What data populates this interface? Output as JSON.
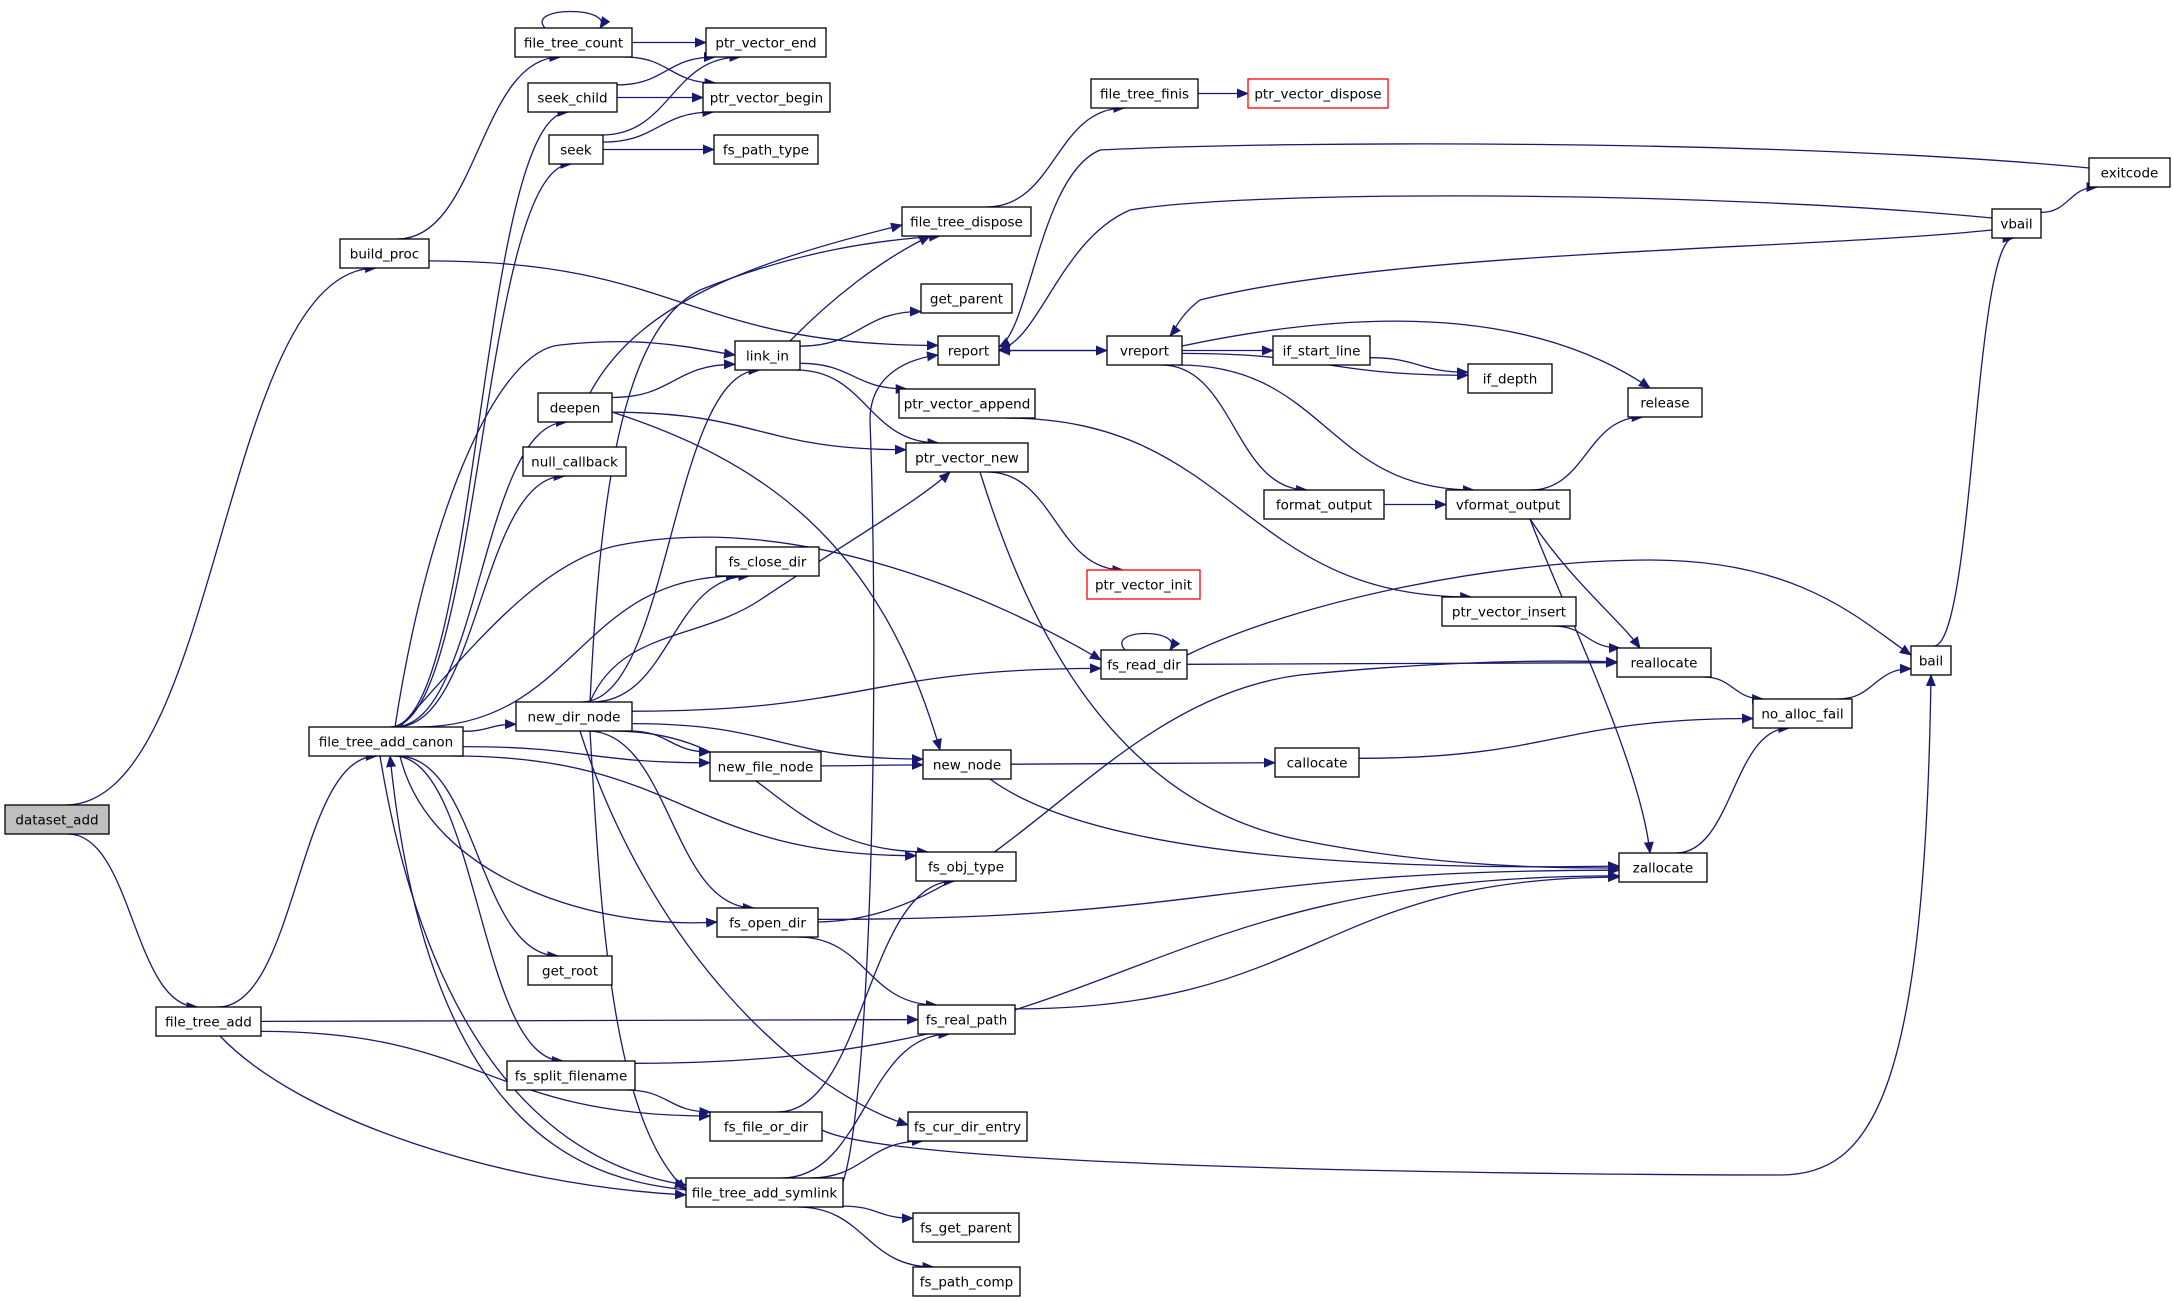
{
  "diagram_type": "doxygen call graph",
  "colors": {
    "edge": "#191970",
    "node_border": "#000000",
    "node_fill": "#ffffff",
    "root_fill": "#bfbfbf",
    "external_border": "#ff0000"
  },
  "nodes": [
    {
      "id": "dataset_add",
      "label": "dataset_add",
      "kind": "root"
    },
    {
      "id": "build_proc",
      "label": "build_proc",
      "kind": "function"
    },
    {
      "id": "file_tree_add",
      "label": "file_tree_add",
      "kind": "function"
    },
    {
      "id": "file_tree_add_canon",
      "label": "file_tree_add_canon",
      "kind": "function"
    },
    {
      "id": "file_tree_count",
      "label": "file_tree_count",
      "kind": "function"
    },
    {
      "id": "seek_child",
      "label": "seek_child",
      "kind": "function"
    },
    {
      "id": "seek",
      "label": "seek",
      "kind": "function"
    },
    {
      "id": "deepen",
      "label": "deepen",
      "kind": "function"
    },
    {
      "id": "null_callback",
      "label": "null_callback",
      "kind": "function"
    },
    {
      "id": "new_dir_node",
      "label": "new_dir_node",
      "kind": "function"
    },
    {
      "id": "get_root",
      "label": "get_root",
      "kind": "function"
    },
    {
      "id": "fs_split_filename",
      "label": "fs_split_filename",
      "kind": "function"
    },
    {
      "id": "file_tree_add_symlink",
      "label": "file_tree_add_symlink",
      "kind": "function"
    },
    {
      "id": "ptr_vector_end",
      "label": "ptr_vector_end",
      "kind": "function"
    },
    {
      "id": "ptr_vector_begin",
      "label": "ptr_vector_begin",
      "kind": "function"
    },
    {
      "id": "fs_path_type",
      "label": "fs_path_type",
      "kind": "function"
    },
    {
      "id": "link_in",
      "label": "link_in",
      "kind": "function"
    },
    {
      "id": "fs_close_dir",
      "label": "fs_close_dir",
      "kind": "function"
    },
    {
      "id": "new_file_node",
      "label": "new_file_node",
      "kind": "function"
    },
    {
      "id": "fs_open_dir",
      "label": "fs_open_dir",
      "kind": "function"
    },
    {
      "id": "fs_file_or_dir",
      "label": "fs_file_or_dir",
      "kind": "function"
    },
    {
      "id": "file_tree_dispose",
      "label": "file_tree_dispose",
      "kind": "function"
    },
    {
      "id": "get_parent",
      "label": "get_parent",
      "kind": "function"
    },
    {
      "id": "report",
      "label": "report",
      "kind": "function"
    },
    {
      "id": "ptr_vector_append",
      "label": "ptr_vector_append",
      "kind": "function"
    },
    {
      "id": "ptr_vector_new",
      "label": "ptr_vector_new",
      "kind": "function"
    },
    {
      "id": "new_node",
      "label": "new_node",
      "kind": "function"
    },
    {
      "id": "fs_obj_type",
      "label": "fs_obj_type",
      "kind": "function"
    },
    {
      "id": "fs_real_path",
      "label": "fs_real_path",
      "kind": "function"
    },
    {
      "id": "fs_cur_dir_entry",
      "label": "fs_cur_dir_entry",
      "kind": "function"
    },
    {
      "id": "fs_get_parent",
      "label": "fs_get_parent",
      "kind": "function"
    },
    {
      "id": "fs_path_comp",
      "label": "fs_path_comp",
      "kind": "function"
    },
    {
      "id": "file_tree_finis",
      "label": "file_tree_finis",
      "kind": "function"
    },
    {
      "id": "vreport",
      "label": "vreport",
      "kind": "function"
    },
    {
      "id": "ptr_vector_init",
      "label": "ptr_vector_init",
      "kind": "external"
    },
    {
      "id": "fs_read_dir",
      "label": "fs_read_dir",
      "kind": "function"
    },
    {
      "id": "ptr_vector_dispose",
      "label": "ptr_vector_dispose",
      "kind": "external"
    },
    {
      "id": "callocate",
      "label": "callocate",
      "kind": "function"
    },
    {
      "id": "if_start_line",
      "label": "if_start_line",
      "kind": "function"
    },
    {
      "id": "if_depth",
      "label": "if_depth",
      "kind": "function"
    },
    {
      "id": "format_output",
      "label": "format_output",
      "kind": "function"
    },
    {
      "id": "vformat_output",
      "label": "vformat_output",
      "kind": "function"
    },
    {
      "id": "ptr_vector_insert",
      "label": "ptr_vector_insert",
      "kind": "function"
    },
    {
      "id": "release",
      "label": "release",
      "kind": "function"
    },
    {
      "id": "reallocate",
      "label": "reallocate",
      "kind": "function"
    },
    {
      "id": "zallocate",
      "label": "zallocate",
      "kind": "function"
    },
    {
      "id": "no_alloc_fail",
      "label": "no_alloc_fail",
      "kind": "function"
    },
    {
      "id": "bail",
      "label": "bail",
      "kind": "function"
    },
    {
      "id": "vbail",
      "label": "vbail",
      "kind": "function"
    },
    {
      "id": "exitcode",
      "label": "exitcode",
      "kind": "function"
    }
  ],
  "edges": [
    {
      "from": "dataset_add",
      "to": "build_proc"
    },
    {
      "from": "dataset_add",
      "to": "file_tree_add"
    },
    {
      "from": "build_proc",
      "to": "file_tree_count"
    },
    {
      "from": "build_proc",
      "to": "report"
    },
    {
      "from": "file_tree_count",
      "to": "file_tree_count"
    },
    {
      "from": "file_tree_count",
      "to": "ptr_vector_end"
    },
    {
      "from": "file_tree_count",
      "to": "ptr_vector_begin"
    },
    {
      "from": "seek_child",
      "to": "ptr_vector_end"
    },
    {
      "from": "seek_child",
      "to": "ptr_vector_begin"
    },
    {
      "from": "seek",
      "to": "ptr_vector_end"
    },
    {
      "from": "seek",
      "to": "ptr_vector_begin"
    },
    {
      "from": "seek",
      "to": "fs_path_type"
    },
    {
      "from": "file_tree_add",
      "to": "file_tree_add_canon"
    },
    {
      "from": "file_tree_add",
      "to": "fs_real_path"
    },
    {
      "from": "file_tree_add",
      "to": "fs_file_or_dir"
    },
    {
      "from": "file_tree_add",
      "to": "file_tree_add_symlink"
    },
    {
      "from": "file_tree_add_canon",
      "to": "seek_child"
    },
    {
      "from": "file_tree_add_canon",
      "to": "seek"
    },
    {
      "from": "file_tree_add_canon",
      "to": "deepen"
    },
    {
      "from": "file_tree_add_canon",
      "to": "null_callback"
    },
    {
      "from": "file_tree_add_canon",
      "to": "link_in"
    },
    {
      "from": "file_tree_add_canon",
      "to": "fs_close_dir"
    },
    {
      "from": "file_tree_add_canon",
      "to": "fs_read_dir"
    },
    {
      "from": "file_tree_add_canon",
      "to": "new_dir_node"
    },
    {
      "from": "file_tree_add_canon",
      "to": "new_file_node"
    },
    {
      "from": "file_tree_add_canon",
      "to": "fs_obj_type"
    },
    {
      "from": "file_tree_add_canon",
      "to": "fs_open_dir"
    },
    {
      "from": "file_tree_add_canon",
      "to": "get_root"
    },
    {
      "from": "file_tree_add_canon",
      "to": "fs_split_filename"
    },
    {
      "from": "file_tree_add_canon",
      "to": "file_tree_add_symlink"
    },
    {
      "from": "deepen",
      "to": "file_tree_dispose"
    },
    {
      "from": "deepen",
      "to": "link_in"
    },
    {
      "from": "deepen",
      "to": "ptr_vector_new"
    },
    {
      "from": "deepen",
      "to": "new_node"
    },
    {
      "from": "new_dir_node",
      "to": "file_tree_dispose"
    },
    {
      "from": "new_dir_node",
      "to": "link_in"
    },
    {
      "from": "new_dir_node",
      "to": "fs_close_dir"
    },
    {
      "from": "new_dir_node",
      "to": "ptr_vector_new"
    },
    {
      "from": "new_dir_node",
      "to": "fs_read_dir"
    },
    {
      "from": "new_dir_node",
      "to": "new_file_node"
    },
    {
      "from": "new_dir_node",
      "to": "new_node"
    },
    {
      "from": "new_dir_node",
      "to": "fs_obj_type"
    },
    {
      "from": "new_dir_node",
      "to": "fs_open_dir"
    },
    {
      "from": "new_dir_node",
      "to": "fs_cur_dir_entry"
    },
    {
      "from": "new_dir_node",
      "to": "file_tree_add_symlink"
    },
    {
      "from": "link_in",
      "to": "file_tree_dispose"
    },
    {
      "from": "link_in",
      "to": "get_parent"
    },
    {
      "from": "link_in",
      "to": "ptr_vector_append"
    },
    {
      "from": "link_in",
      "to": "ptr_vector_new"
    },
    {
      "from": "new_file_node",
      "to": "new_node"
    },
    {
      "from": "fs_split_filename",
      "to": "fs_file_or_dir"
    },
    {
      "from": "fs_split_filename",
      "to": "zallocate"
    },
    {
      "from": "fs_open_dir",
      "to": "fs_real_path"
    },
    {
      "from": "fs_open_dir",
      "to": "reallocate"
    },
    {
      "from": "fs_open_dir",
      "to": "zallocate"
    },
    {
      "from": "fs_file_or_dir",
      "to": "fs_obj_type"
    },
    {
      "from": "fs_file_or_dir",
      "to": "bail"
    },
    {
      "from": "file_tree_add_symlink",
      "to": "file_tree_add_canon"
    },
    {
      "from": "file_tree_add_symlink",
      "to": "report"
    },
    {
      "from": "file_tree_add_symlink",
      "to": "fs_real_path"
    },
    {
      "from": "file_tree_add_symlink",
      "to": "fs_cur_dir_entry"
    },
    {
      "from": "file_tree_add_symlink",
      "to": "fs_get_parent"
    },
    {
      "from": "file_tree_add_symlink",
      "to": "fs_path_comp"
    },
    {
      "from": "file_tree_dispose",
      "to": "file_tree_finis"
    },
    {
      "from": "file_tree_finis",
      "to": "ptr_vector_dispose"
    },
    {
      "from": "report",
      "to": "vreport"
    },
    {
      "from": "vreport",
      "to": "report"
    },
    {
      "from": "vreport",
      "to": "if_start_line"
    },
    {
      "from": "vreport",
      "to": "if_depth"
    },
    {
      "from": "vreport",
      "to": "release"
    },
    {
      "from": "vreport",
      "to": "format_output"
    },
    {
      "from": "vreport",
      "to": "vformat_output"
    },
    {
      "from": "if_start_line",
      "to": "if_depth"
    },
    {
      "from": "format_output",
      "to": "vformat_output"
    },
    {
      "from": "vformat_output",
      "to": "release"
    },
    {
      "from": "vformat_output",
      "to": "reallocate"
    },
    {
      "from": "vformat_output",
      "to": "zallocate"
    },
    {
      "from": "ptr_vector_append",
      "to": "ptr_vector_insert"
    },
    {
      "from": "ptr_vector_insert",
      "to": "reallocate"
    },
    {
      "from": "ptr_vector_new",
      "to": "ptr_vector_init"
    },
    {
      "from": "ptr_vector_new",
      "to": "zallocate"
    },
    {
      "from": "new_node",
      "to": "callocate"
    },
    {
      "from": "new_node",
      "to": "zallocate"
    },
    {
      "from": "callocate",
      "to": "no_alloc_fail"
    },
    {
      "from": "fs_read_dir",
      "to": "fs_read_dir"
    },
    {
      "from": "fs_read_dir",
      "to": "reallocate"
    },
    {
      "from": "fs_read_dir",
      "to": "bail"
    },
    {
      "from": "fs_real_path",
      "to": "zallocate"
    },
    {
      "from": "reallocate",
      "to": "no_alloc_fail"
    },
    {
      "from": "zallocate",
      "to": "no_alloc_fail"
    },
    {
      "from": "no_alloc_fail",
      "to": "bail"
    },
    {
      "from": "bail",
      "to": "vbail"
    },
    {
      "from": "vbail",
      "to": "vreport"
    },
    {
      "from": "vbail",
      "to": "report"
    },
    {
      "from": "vbail",
      "to": "exitcode"
    },
    {
      "from": "exitcode",
      "to": "report"
    }
  ]
}
